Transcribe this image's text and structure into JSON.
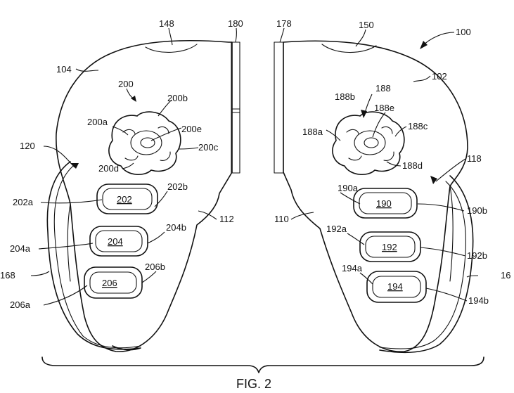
{
  "figure": {
    "caption": "FIG. 2",
    "labels": {
      "l100": "100",
      "l102": "102",
      "l104": "104",
      "l110": "110",
      "l112": "112",
      "l118": "118",
      "l120": "120",
      "l148": "148",
      "l150": "150",
      "l168": "168",
      "l16x": "16",
      "l178": "178",
      "l180": "180",
      "l188": "188",
      "l188a": "188a",
      "l188b": "188b",
      "l188c": "188c",
      "l188d": "188d",
      "l188e": "188e",
      "l190": "190",
      "l190a": "190a",
      "l190b": "190b",
      "l192": "192",
      "l192a": "192a",
      "l192b": "192b",
      "l194": "194",
      "l194a": "194a",
      "l194b": "194b",
      "l200": "200",
      "l200a": "200a",
      "l200b": "200b",
      "l200c": "200c",
      "l200d": "200d",
      "l200e": "200e",
      "l202": "202",
      "l202a": "202a",
      "l202b": "202b",
      "l204": "204",
      "l204a": "204a",
      "l204b": "204b",
      "l206": "206",
      "l206a": "206a",
      "l206b": "206b"
    }
  }
}
